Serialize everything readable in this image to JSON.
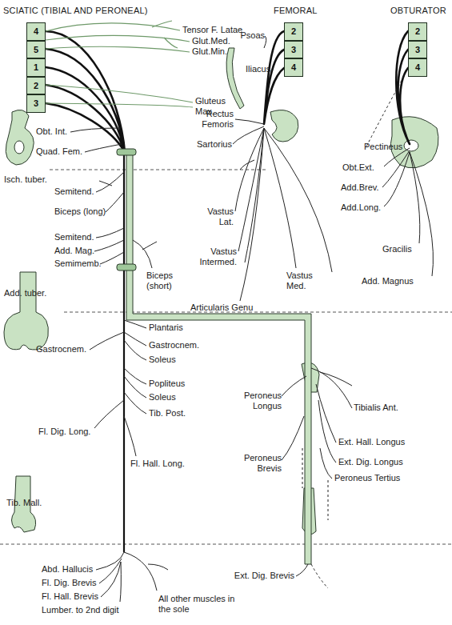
{
  "diagram": {
    "nodes": [
      {
        "text": [
          "4"
        ]
      },
      {
        "text": [
          "5"
        ]
      },
      {
        "text": [
          "1"
        ]
      },
      {
        "text": [
          "2"
        ]
      },
      {
        "text": [
          "3"
        ]
      },
      {
        "text": [
          "2"
        ]
      },
      {
        "text": [
          "3"
        ]
      },
      {
        "text": [
          "4"
        ]
      },
      {
        "text": [
          "2"
        ]
      },
      {
        "text": [
          "3"
        ]
      },
      {
        "text": [
          "4"
        ]
      }
    ],
    "labels": [
      "SCIATIC (TIBIAL AND PERONEAL)",
      "FEMORAL",
      "OBTURATOR",
      "Tensor F. Latae",
      "Glut.Med.",
      "Glut.Min.",
      "Gluteus Max.",
      "Psoas",
      "Iliacus",
      "Rectus Femoris",
      "Sartorius",
      "Obt. Int.",
      "Quad. Fem.",
      "Pectineus",
      "Obt.Ext.",
      "Add.Brev.",
      "Add.Long.",
      "Isch. tuber.",
      "Semitend.",
      "Biceps (long)",
      "Vastus Lat.",
      "Gracilis",
      "Vastus Intermed.",
      "Semitend.",
      "Add. Mag.",
      "Semimemb.",
      "Biceps (short)",
      "Vastus Med.",
      "Add. Magnus",
      "Articularis Genu",
      "Add. tuber.",
      "Plantaris",
      "Gastrocnem.",
      "Gastrocnem.",
      "Soleus",
      "Popliteus",
      "Soleus",
      "Tib. Post.",
      "Peroneus Longus",
      "Tibialis Ant.",
      "Fl. Dig. Long.",
      "Fl. Hall. Long.",
      "Ext. Hall. Longus",
      "Peroneus Brevis",
      "Ext. Dig. Longus",
      "Peroneus Tertius",
      "Tib. Mall.",
      "Ext. Dig. Brevis",
      "Abd. Hallucis",
      "Fl. Dig. Brevis",
      "Fl. Hall. Brevis",
      "Lumber. to 2nd digit",
      "All other muscles in the sole"
    ]
  }
}
